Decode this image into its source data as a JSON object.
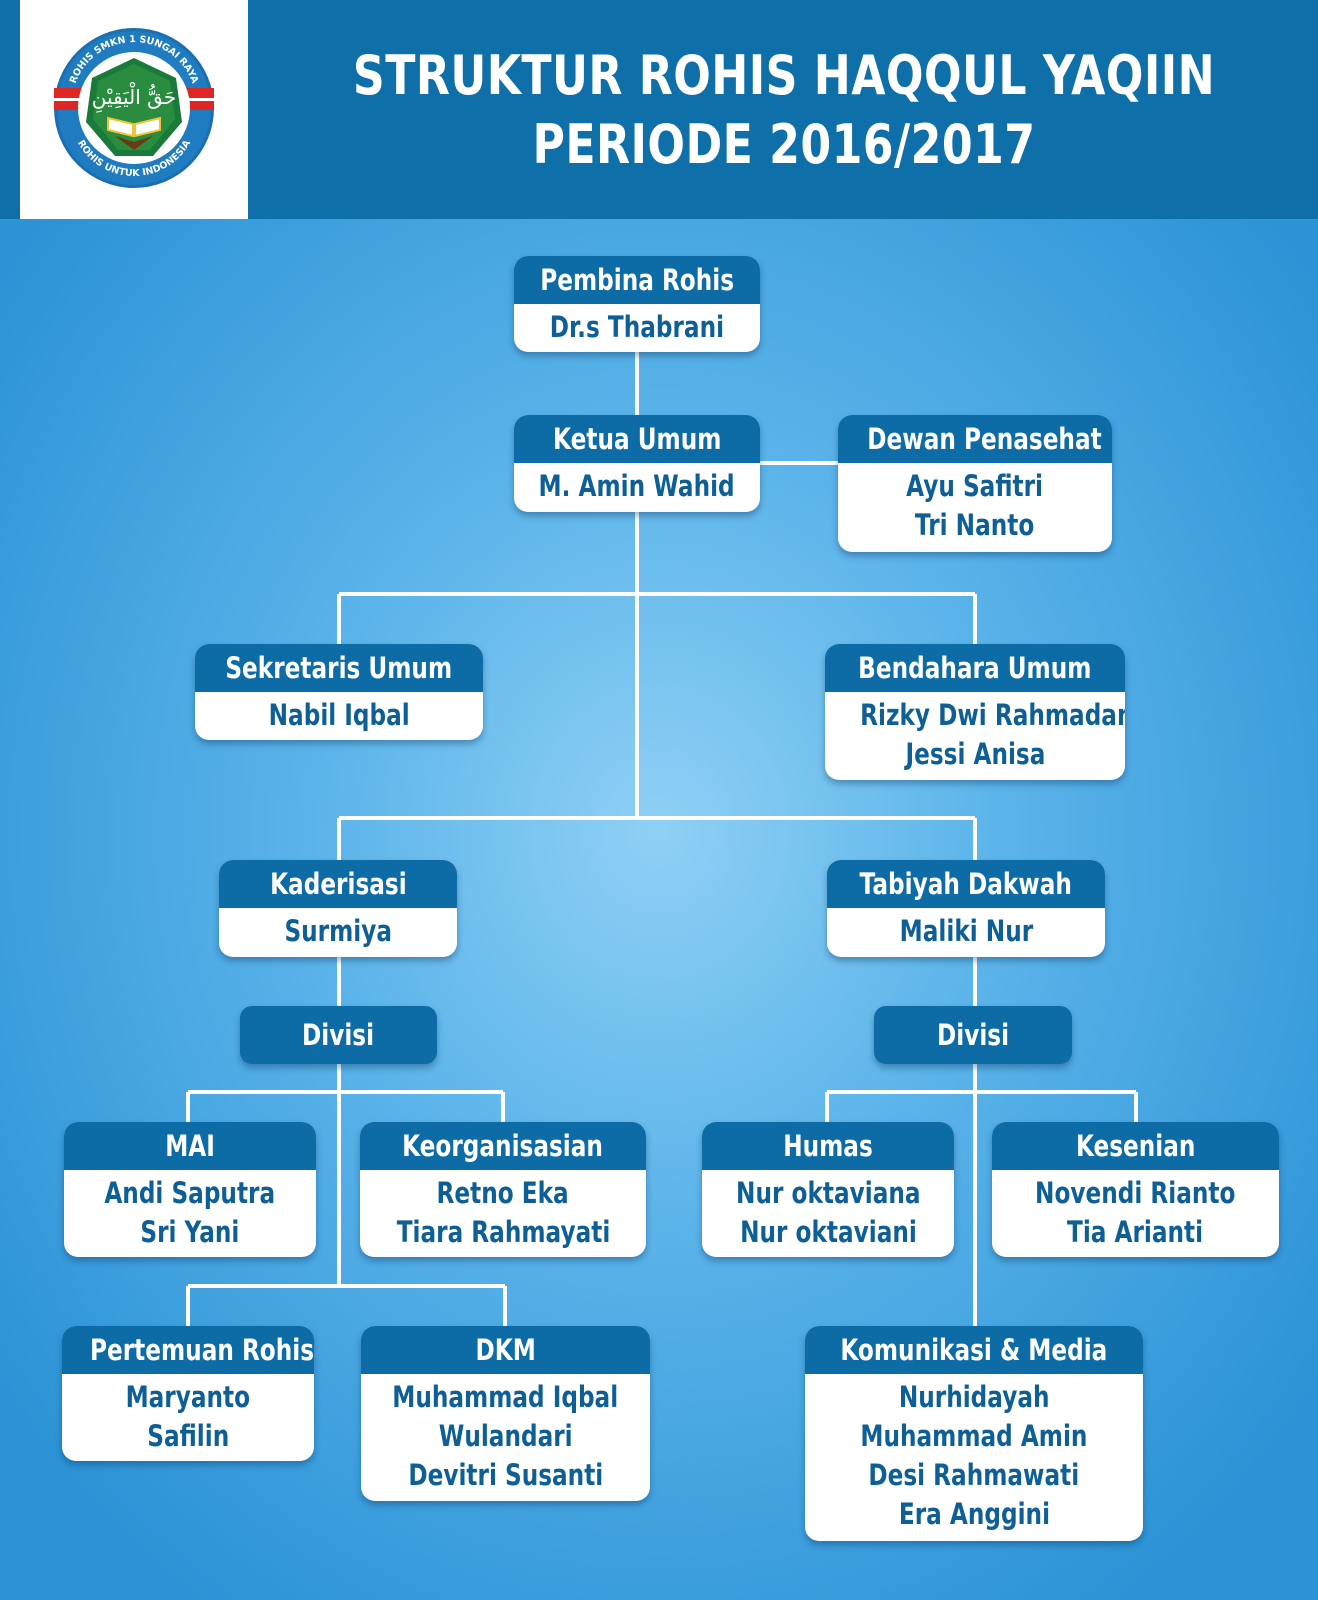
{
  "header": {
    "title_line1": "STRUKTUR ROHIS HAQQUL YAQIIN",
    "title_line2": "PERIODE 2016/2017"
  },
  "logo": {
    "ring_text_top": "ROHIS SMKN 1 SUNGAI RAYA",
    "ring_text_bottom": "ROHIS UNTUK INDONESIA",
    "arabic_text": "حَقُّ الْيَقِيْنِ"
  },
  "colors": {
    "header_bg": "#0f6fa8",
    "box_header": "#0d6ba6",
    "box_text": "#0d5f96",
    "connector": "#ffffff"
  },
  "nodes": {
    "pembina": {
      "role": "Pembina Rohis",
      "names": [
        "Dr.s Thabrani"
      ]
    },
    "ketua": {
      "role": "Ketua Umum",
      "names": [
        "M. Amin Wahid"
      ]
    },
    "dewan": {
      "role": "Dewan Penasehat",
      "names": [
        "Ayu Safitri",
        "Tri Nanto"
      ]
    },
    "sekretaris": {
      "role": "Sekretaris Umum",
      "names": [
        "Nabil Iqbal"
      ]
    },
    "bendahara": {
      "role": "Bendahara Umum",
      "names": [
        "Rizky Dwi Rahmadani",
        "Jessi Anisa"
      ]
    },
    "kaderisasi": {
      "role": "Kaderisasi",
      "names": [
        "Surmiya"
      ]
    },
    "tabiyah": {
      "role": "Tabiyah Dakwah",
      "names": [
        "Maliki Nur"
      ]
    },
    "divisi_left": {
      "label": "Divisi"
    },
    "divisi_right": {
      "label": "Divisi"
    },
    "mai": {
      "role": "MAI",
      "names": [
        "Andi Saputra",
        "Sri Yani"
      ]
    },
    "keorganisasian": {
      "role": "Keorganisasian",
      "names": [
        "Retno Eka",
        "Tiara Rahmayati"
      ]
    },
    "pertemuan": {
      "role": "Pertemuan Rohis",
      "names": [
        "Maryanto",
        "Safilin"
      ]
    },
    "dkm": {
      "role": "DKM",
      "names": [
        "Muhammad Iqbal",
        "Wulandari",
        "Devitri Susanti"
      ]
    },
    "humas": {
      "role": "Humas",
      "names": [
        "Nur oktaviana",
        "Nur oktaviani"
      ]
    },
    "kesenian": {
      "role": "Kesenian",
      "names": [
        "Novendi Rianto",
        "Tia Arianti"
      ]
    },
    "komunikasi": {
      "role": "Komunikasi & Media",
      "names": [
        "Nurhidayah",
        "Muhammad Amin",
        "Desi Rahmawati",
        "Era Anggini"
      ]
    }
  }
}
